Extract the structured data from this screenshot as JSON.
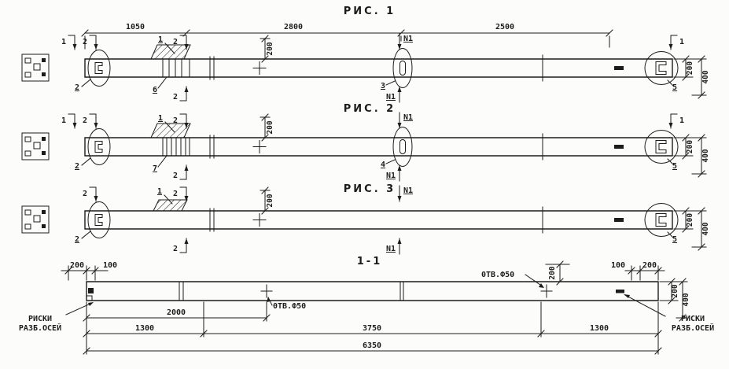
{
  "drawing": {
    "background_color": "#fcfcfa",
    "ink_color": "#1c1c1c"
  },
  "common": {
    "cut_label_1": "1",
    "cut_label_2": "2",
    "anchor_label": "N1",
    "dim_200": "200",
    "dim_400": "400",
    "dim_100": "100",
    "callout_1": "1",
    "callout_2": "2",
    "callout_5": "5",
    "hole_label": "0ТВ.Ф50",
    "axis_marks_line1": "РИСКИ",
    "axis_marks_line2": "РАЗБ.ОСЕЙ"
  },
  "fig1": {
    "title": "РИС. 1",
    "dim_1050": "1050",
    "dim_2800": "2800",
    "dim_2500": "2500",
    "callout_plate": "6",
    "callout_mid": "3"
  },
  "fig2": {
    "title": "РИС. 2",
    "callout_plate": "7",
    "callout_mid": "4"
  },
  "fig3": {
    "title": "РИС. 3"
  },
  "section": {
    "title": "1-1",
    "dim_2000": "2000",
    "dim_1300_left": "1300",
    "dim_3750": "3750",
    "dim_1300_right": "1300",
    "dim_6350": "6350"
  }
}
